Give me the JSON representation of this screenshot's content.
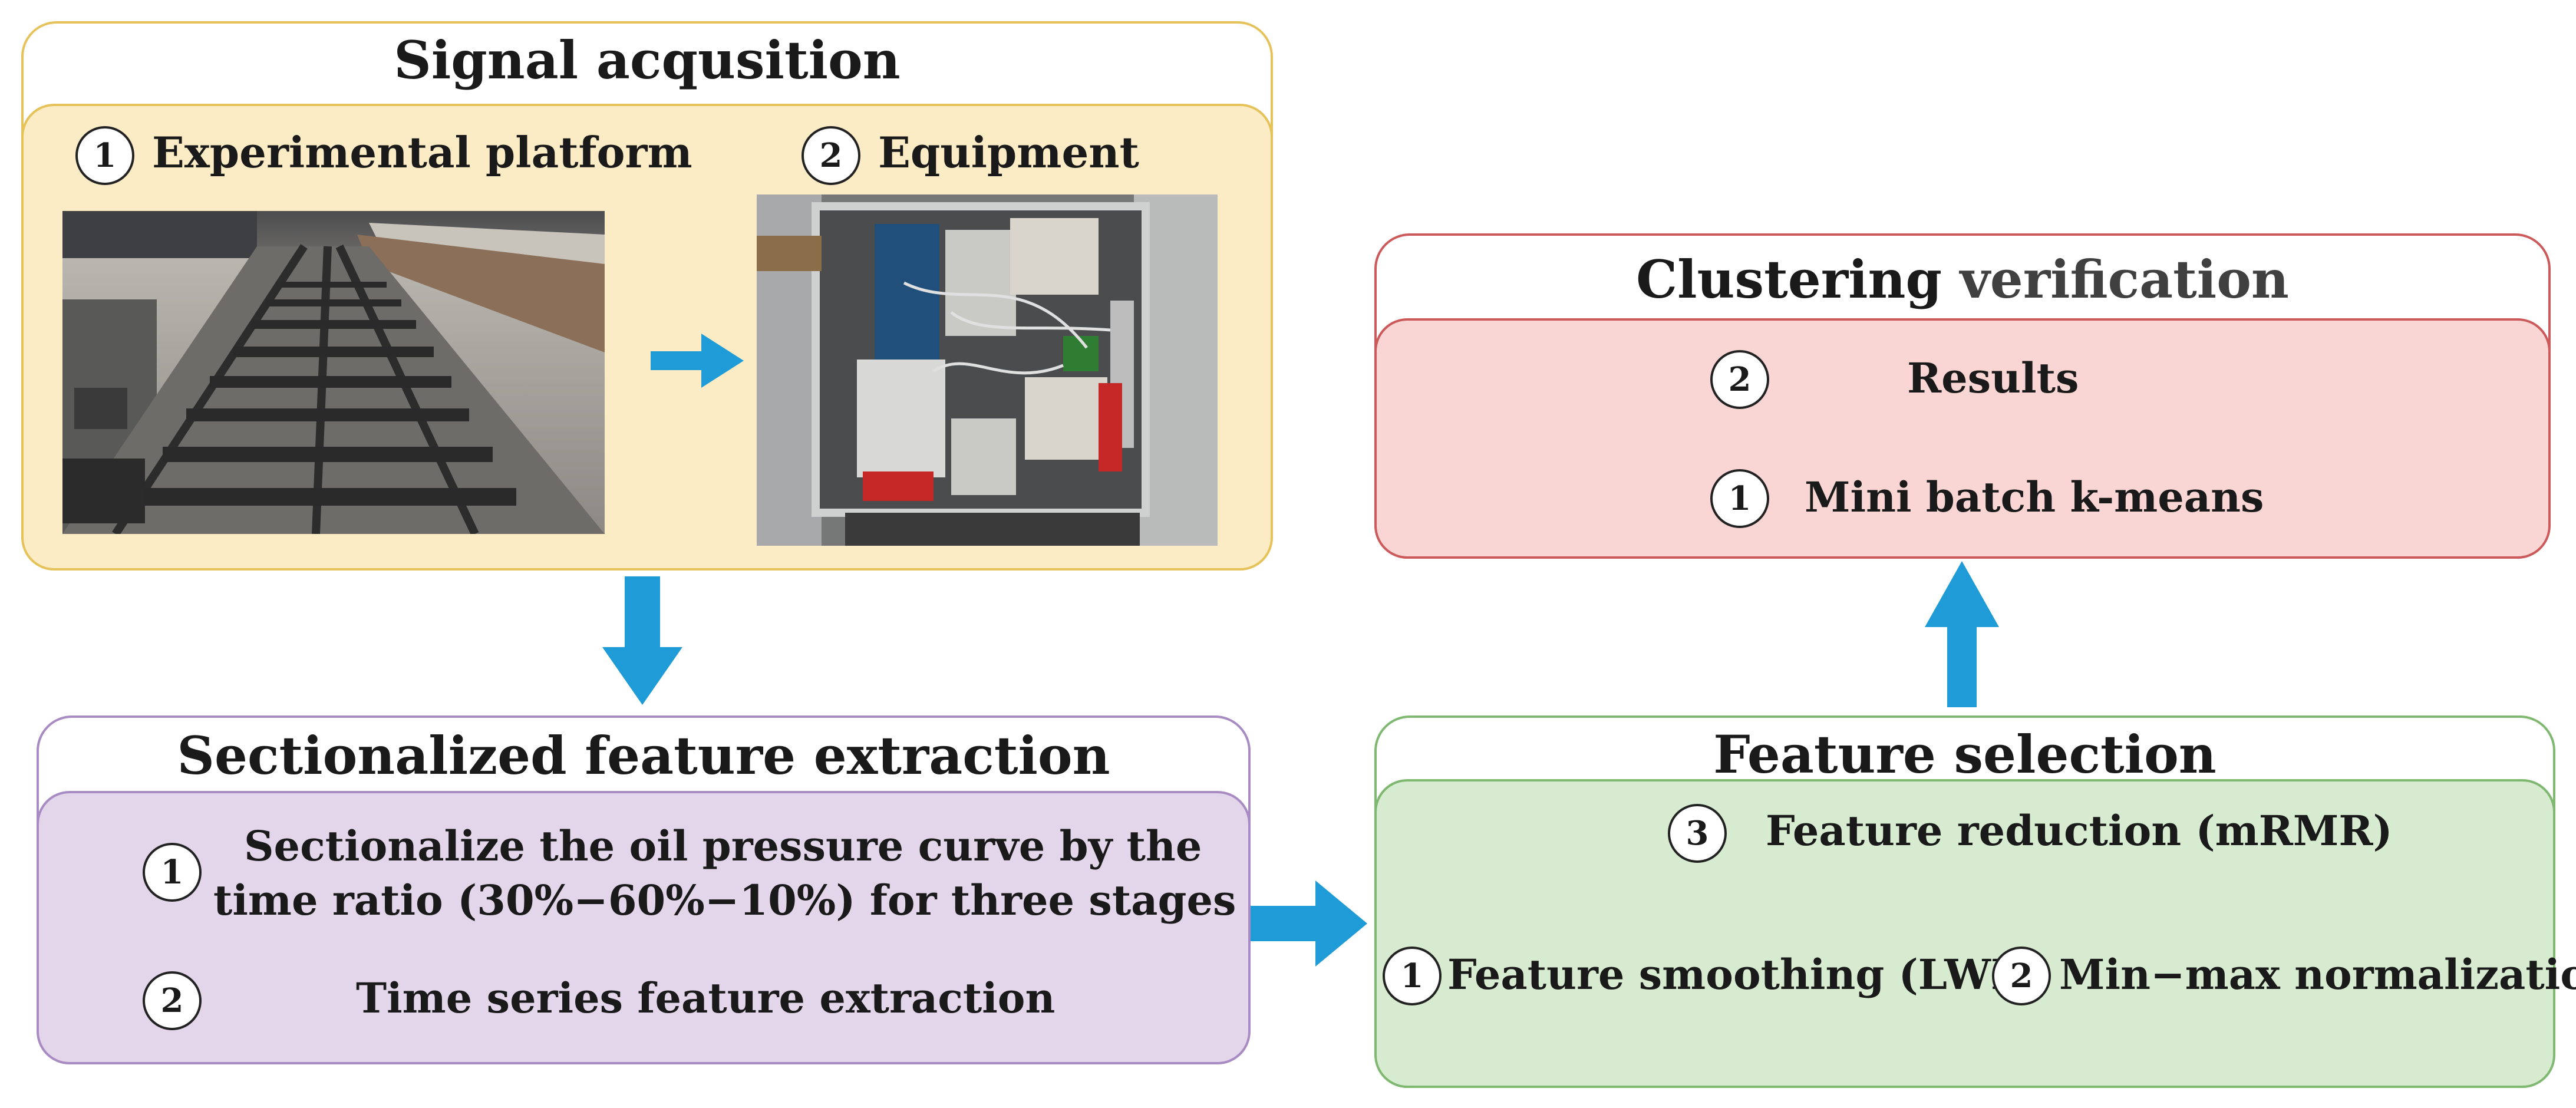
{
  "colors": {
    "arrow": "#1f9bd7",
    "signal_border": "#e6c25a",
    "signal_fill": "#fcecc6",
    "cluster_border": "#cc5a5a",
    "cluster_fill": "#f9d6d3",
    "feature_extraction_border": "#a98bc4",
    "feature_extraction_fill": "#e3d5ea",
    "feature_selection_border": "#7fb870",
    "feature_selection_fill": "#d6ebcf"
  },
  "signal": {
    "title": "Signal acqusition",
    "item1": {
      "num": "1",
      "label": "Experimental platform",
      "image": "railway-switch-track-photo"
    },
    "item2": {
      "num": "2",
      "label": "Equipment",
      "image": "switch-machine-equipment-photo"
    }
  },
  "cluster": {
    "title_part1": "Clustering ",
    "title_part2": "verification",
    "title_part2_color": "#404040",
    "item2": {
      "num": "2",
      "label": "Results"
    },
    "item1": {
      "num": "1",
      "label": "Mini batch k-means"
    }
  },
  "extraction": {
    "title": "Sectionalized feature extraction",
    "item1": {
      "num": "1",
      "line1": "Sectionalize the oil pressure curve by the",
      "line2": "time ratio (30%−60%−10%) for three stages"
    },
    "item2": {
      "num": "2",
      "label": "Time series feature extraction"
    }
  },
  "selection": {
    "title": "Feature selection",
    "item3": {
      "num": "3",
      "label": "Feature reduction (mRMR)"
    },
    "item1": {
      "num": "1",
      "label": "Feature smoothing (LWR)"
    },
    "item2": {
      "num": "2",
      "label": "Min−max normalization"
    }
  }
}
